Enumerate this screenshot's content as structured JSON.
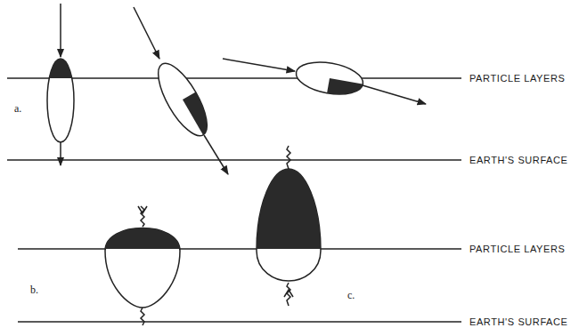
{
  "diagram": {
    "labels": [
      "PARTICLE LAYERS",
      "a.",
      "EARTH'S SURFACE",
      "PARTICLE LAYERS",
      "b.",
      "c.",
      "EARTH'S SURFACE"
    ]
  }
}
